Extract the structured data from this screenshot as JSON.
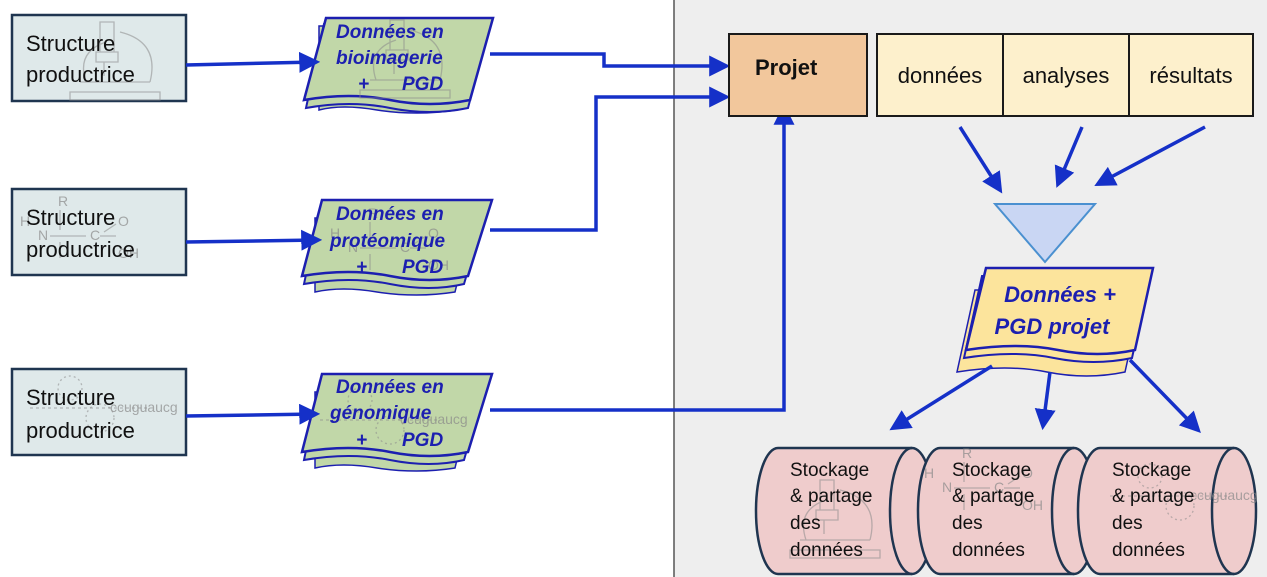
{
  "colors": {
    "source_fill": "#dfe9ea",
    "source_stroke": "#1f3550",
    "doc_fill": "#c1d7a8",
    "doc_stroke": "#1c1fb0",
    "arrow": "#1530c8",
    "project_fill": "#f2c79c",
    "table_fill": "#fdf0cc",
    "funnel_fill": "#c9d6f3",
    "final_doc_fill": "#fce49c",
    "storage_fill": "#efcccc",
    "panel_bg": "#eeeeee"
  },
  "sources": [
    {
      "line1": "Structure",
      "line2": "productrice",
      "watermark": "microscope-icon"
    },
    {
      "line1": "Structure",
      "line2": "productrice",
      "watermark": "amino-acid-formula-icon"
    },
    {
      "line1": "Structure",
      "line2": "productrice",
      "watermark": "rna-structure-icon"
    }
  ],
  "documents": [
    {
      "line1": "Données en",
      "line2": "bioimagerie",
      "line3_plus": "+",
      "line3_pgd": "PGD"
    },
    {
      "line1": "Données en",
      "line2": "protéomique",
      "line3_plus": "+",
      "line3_pgd": "PGD"
    },
    {
      "line1": "Données en",
      "line2": "génomique",
      "line3_plus": "+",
      "line3_pgd": "PGD"
    }
  ],
  "project": {
    "label": "Projet"
  },
  "project_table": [
    "données",
    "analyses",
    "résultats"
  ],
  "final_document": {
    "line1": "Données +",
    "line2": "PGD projet"
  },
  "storages": [
    {
      "line1": "Stockage",
      "line2": "& partage",
      "line3": "des",
      "line4": "données",
      "watermark": "microscope-icon"
    },
    {
      "line1": "Stockage",
      "line2": "& partage",
      "line3": "des",
      "line4": "données",
      "watermark": "amino-acid-formula-icon"
    },
    {
      "line1": "Stockage",
      "line2": "& partage",
      "line3": "des",
      "line4": "données",
      "watermark": "rna-structure-icon"
    }
  ],
  "watermark_text": {
    "formula_R": "R",
    "formula_H": "H",
    "formula_N": "N",
    "formula_C": "C",
    "formula_O": "O",
    "formula_OH": "OH",
    "rna_seq": "ccuguaucg"
  }
}
